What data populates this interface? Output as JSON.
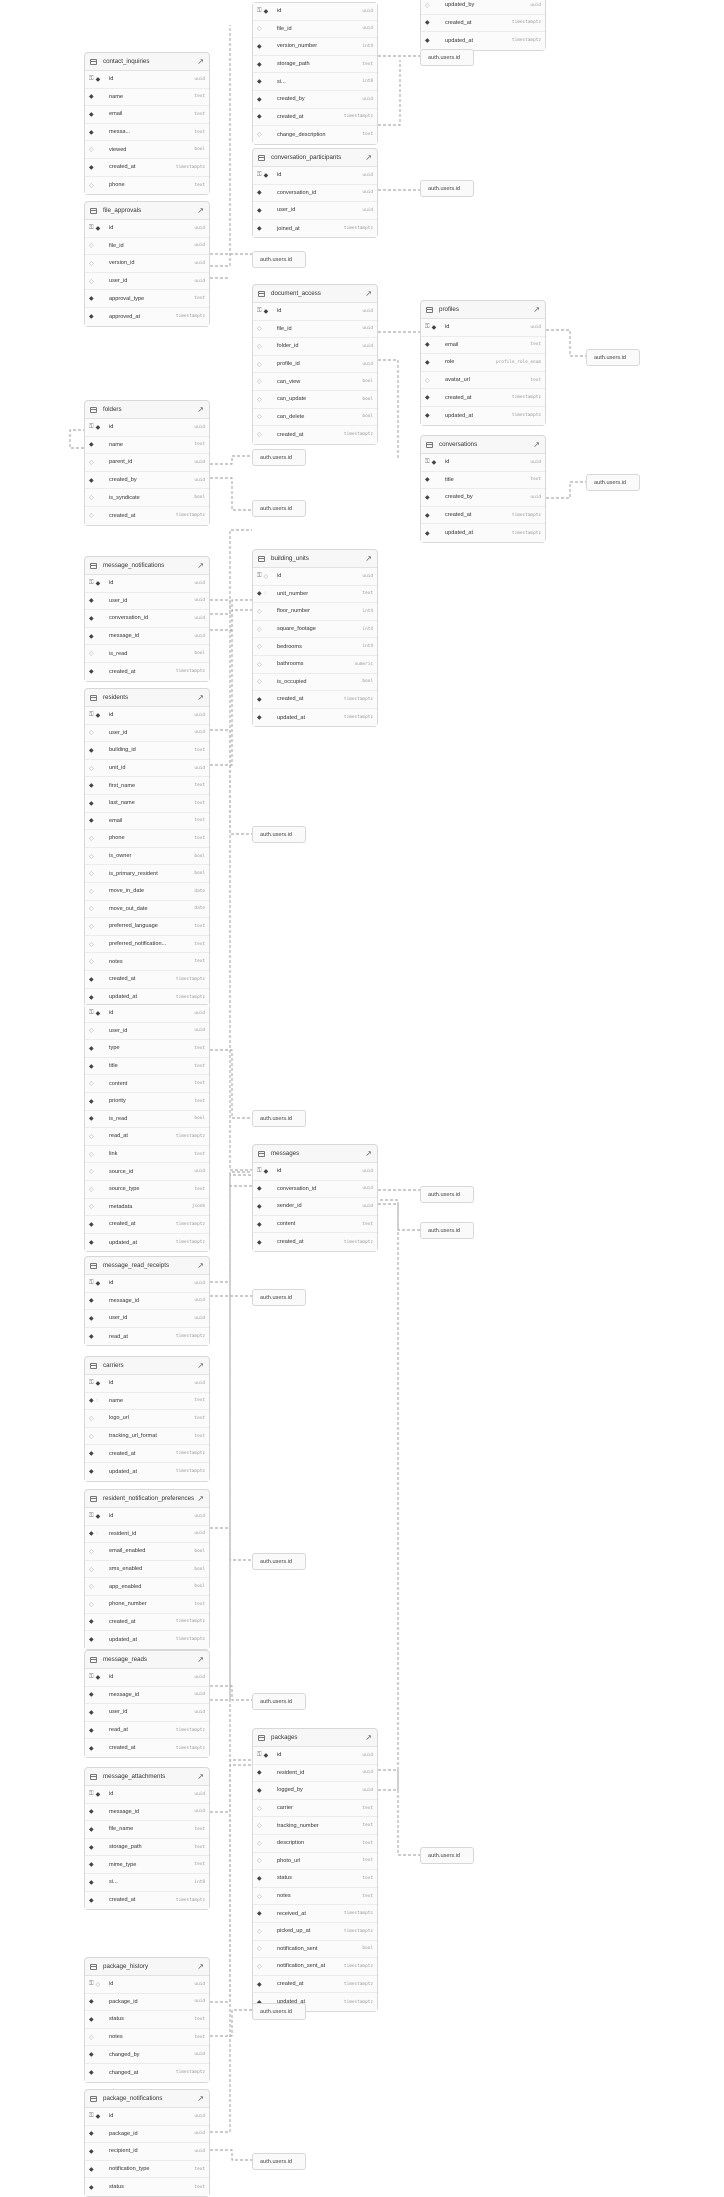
{
  "colors": {
    "edge": "#9a9a9a",
    "border": "#d8d8d8",
    "header_bg": "#f7f7f7"
  },
  "icons": {
    "table": "table-icon",
    "open": "external-link-icon",
    "primary_key": "key-icon",
    "not_null": "filled-diamond-icon",
    "nullable": "hollow-diamond-icon"
  },
  "tables": [
    {
      "id": "t_file_versions_tail",
      "name": "",
      "rows": [
        {
          "pk": true,
          "nn": true,
          "name": "id",
          "type": "uuid"
        },
        {
          "nn": false,
          "name": "file_id",
          "type": "uuid"
        },
        {
          "nn": true,
          "name": "version_number",
          "type": "int4"
        },
        {
          "nn": true,
          "name": "storage_path",
          "type": "text"
        },
        {
          "nn": true,
          "name": "si...",
          "type": "int8"
        },
        {
          "nn": true,
          "name": "created_by",
          "type": "uuid"
        },
        {
          "nn": true,
          "name": "created_at",
          "type": "timestamptz"
        },
        {
          "nn": false,
          "name": "change_description",
          "type": "text"
        }
      ]
    },
    {
      "id": "t_top_right",
      "name": "",
      "rows": [
        {
          "nn": false,
          "name": "updated_by",
          "type": "uuid"
        },
        {
          "nn": true,
          "name": "created_at",
          "type": "timestamptz"
        },
        {
          "nn": true,
          "name": "updated_at",
          "type": "timestamptz"
        }
      ]
    },
    {
      "id": "t_contact_inquiries",
      "name": "contact_inquiries",
      "rows": [
        {
          "pk": true,
          "nn": true,
          "name": "id",
          "type": "uuid"
        },
        {
          "nn": true,
          "name": "name",
          "type": "text"
        },
        {
          "nn": true,
          "name": "email",
          "type": "text"
        },
        {
          "nn": true,
          "name": "messa...",
          "type": "text"
        },
        {
          "nn": false,
          "name": "viewed",
          "type": "bool"
        },
        {
          "nn": true,
          "name": "created_at",
          "type": "timestamptz"
        },
        {
          "nn": false,
          "name": "phone",
          "type": "text"
        }
      ]
    },
    {
      "id": "t_conversation_participants",
      "name": "conversation_participants",
      "rows": [
        {
          "pk": true,
          "nn": true,
          "name": "id",
          "type": "uuid"
        },
        {
          "nn": true,
          "name": "conversation_id",
          "type": "uuid"
        },
        {
          "nn": true,
          "name": "user_id",
          "type": "uuid"
        },
        {
          "nn": true,
          "name": "joined_at",
          "type": "timestamptz"
        }
      ]
    },
    {
      "id": "t_file_approvals",
      "name": "file_approvals",
      "rows": [
        {
          "pk": true,
          "nn": true,
          "name": "id",
          "type": "uuid"
        },
        {
          "nn": false,
          "name": "file_id",
          "type": "uuid"
        },
        {
          "nn": false,
          "name": "version_id",
          "type": "uuid"
        },
        {
          "nn": false,
          "name": "user_id",
          "type": "uuid"
        },
        {
          "nn": true,
          "name": "approval_type",
          "type": "text"
        },
        {
          "nn": true,
          "name": "approved_at",
          "type": "timestamptz"
        }
      ]
    },
    {
      "id": "t_document_access",
      "name": "document_access",
      "rows": [
        {
          "pk": true,
          "nn": true,
          "name": "id",
          "type": "uuid"
        },
        {
          "nn": false,
          "name": "file_id",
          "type": "uuid"
        },
        {
          "nn": false,
          "name": "folder_id",
          "type": "uuid"
        },
        {
          "nn": false,
          "name": "profile_id",
          "type": "uuid"
        },
        {
          "nn": false,
          "name": "can_view",
          "type": "bool"
        },
        {
          "nn": false,
          "name": "can_update",
          "type": "bool"
        },
        {
          "nn": false,
          "name": "can_delete",
          "type": "bool"
        },
        {
          "nn": false,
          "name": "created_at",
          "type": "timestamptz"
        }
      ]
    },
    {
      "id": "t_profiles",
      "name": "profiles",
      "rows": [
        {
          "pk": true,
          "nn": true,
          "name": "id",
          "type": "uuid"
        },
        {
          "nn": true,
          "name": "email",
          "type": "text"
        },
        {
          "nn": true,
          "name": "role",
          "type": "profile_role_enum"
        },
        {
          "nn": false,
          "name": "avatar_url",
          "type": "text"
        },
        {
          "nn": true,
          "name": "created_at",
          "type": "timestamptz"
        },
        {
          "nn": true,
          "name": "updated_at",
          "type": "timestamptz"
        }
      ]
    },
    {
      "id": "t_folders",
      "name": "folders",
      "rows": [
        {
          "pk": true,
          "nn": true,
          "name": "id",
          "type": "uuid"
        },
        {
          "nn": true,
          "name": "name",
          "type": "text"
        },
        {
          "nn": false,
          "name": "parent_id",
          "type": "uuid"
        },
        {
          "nn": true,
          "name": "created_by",
          "type": "uuid"
        },
        {
          "nn": false,
          "name": "is_syndicate",
          "type": "bool"
        },
        {
          "nn": false,
          "name": "created_at",
          "type": "timestamptz"
        }
      ]
    },
    {
      "id": "t_conversations",
      "name": "conversations",
      "rows": [
        {
          "pk": true,
          "nn": true,
          "name": "id",
          "type": "uuid"
        },
        {
          "nn": true,
          "name": "title",
          "type": "text"
        },
        {
          "nn": true,
          "name": "created_by",
          "type": "uuid"
        },
        {
          "nn": true,
          "name": "created_at",
          "type": "timestamptz"
        },
        {
          "nn": true,
          "name": "updated_at",
          "type": "timestamptz"
        }
      ]
    },
    {
      "id": "t_message_notifications",
      "name": "message_notifications",
      "rows": [
        {
          "pk": true,
          "nn": true,
          "name": "id",
          "type": "uuid"
        },
        {
          "nn": true,
          "name": "user_id",
          "type": "uuid"
        },
        {
          "nn": true,
          "name": "conversation_id",
          "type": "uuid"
        },
        {
          "nn": true,
          "name": "message_id",
          "type": "uuid"
        },
        {
          "nn": false,
          "name": "is_read",
          "type": "bool"
        },
        {
          "nn": true,
          "name": "created_at",
          "type": "timestamptz"
        }
      ]
    },
    {
      "id": "t_building_units",
      "name": "building_units",
      "rows": [
        {
          "pk": true,
          "nn": false,
          "name": "id",
          "type": "uuid"
        },
        {
          "nn": true,
          "uq": true,
          "name": "unit_number",
          "type": "text"
        },
        {
          "nn": false,
          "name": "floor_number",
          "type": "int4"
        },
        {
          "nn": false,
          "name": "square_footage",
          "type": "int4"
        },
        {
          "nn": false,
          "name": "bedrooms",
          "type": "int4"
        },
        {
          "nn": false,
          "name": "bathrooms",
          "type": "numeric"
        },
        {
          "nn": false,
          "name": "is_occupied",
          "type": "bool"
        },
        {
          "nn": true,
          "name": "created_at",
          "type": "timestamptz"
        },
        {
          "nn": true,
          "name": "updated_at",
          "type": "timestamptz"
        }
      ]
    },
    {
      "id": "t_residents",
      "name": "residents",
      "rows": [
        {
          "pk": true,
          "nn": true,
          "name": "id",
          "type": "uuid"
        },
        {
          "nn": false,
          "name": "user_id",
          "type": "uuid"
        },
        {
          "nn": true,
          "name": "building_id",
          "type": "text"
        },
        {
          "nn": false,
          "name": "unit_id",
          "type": "uuid"
        },
        {
          "nn": true,
          "name": "first_name",
          "type": "text"
        },
        {
          "nn": true,
          "name": "last_name",
          "type": "text"
        },
        {
          "nn": true,
          "name": "email",
          "type": "text"
        },
        {
          "nn": false,
          "name": "phone",
          "type": "text"
        },
        {
          "nn": false,
          "name": "is_owner",
          "type": "bool"
        },
        {
          "nn": false,
          "name": "is_primary_resident",
          "type": "bool"
        },
        {
          "nn": false,
          "name": "move_in_date",
          "type": "date"
        },
        {
          "nn": false,
          "name": "move_out_date",
          "type": "date"
        },
        {
          "nn": false,
          "name": "preferred_language",
          "type": "text"
        },
        {
          "nn": false,
          "name": "preferred_notification...",
          "type": "text"
        },
        {
          "nn": false,
          "name": "notes",
          "type": "text"
        },
        {
          "nn": true,
          "name": "created_at",
          "type": "timestamptz"
        },
        {
          "nn": true,
          "name": "updated_at",
          "type": "timestamptz"
        }
      ]
    },
    {
      "id": "t_notifications",
      "name": "",
      "rows": [
        {
          "pk": true,
          "nn": true,
          "name": "id",
          "type": "uuid"
        },
        {
          "nn": false,
          "name": "user_id",
          "type": "uuid"
        },
        {
          "nn": true,
          "name": "type",
          "type": "text"
        },
        {
          "nn": true,
          "name": "title",
          "type": "text"
        },
        {
          "nn": false,
          "name": "content",
          "type": "text"
        },
        {
          "nn": true,
          "name": "priority",
          "type": "text"
        },
        {
          "nn": true,
          "name": "is_read",
          "type": "bool"
        },
        {
          "nn": false,
          "name": "read_at",
          "type": "timestamptz"
        },
        {
          "nn": false,
          "name": "link",
          "type": "text"
        },
        {
          "nn": false,
          "name": "source_id",
          "type": "uuid"
        },
        {
          "nn": false,
          "name": "source_type",
          "type": "text"
        },
        {
          "nn": false,
          "name": "metadata",
          "type": "jsonb"
        },
        {
          "nn": true,
          "name": "created_at",
          "type": "timestamptz"
        },
        {
          "nn": true,
          "name": "updated_at",
          "type": "timestamptz"
        }
      ]
    },
    {
      "id": "t_messages",
      "name": "messages",
      "rows": [
        {
          "pk": true,
          "nn": true,
          "name": "id",
          "type": "uuid"
        },
        {
          "nn": true,
          "name": "conversation_id",
          "type": "uuid"
        },
        {
          "nn": true,
          "name": "sender_id",
          "type": "uuid"
        },
        {
          "nn": true,
          "name": "content",
          "type": "text"
        },
        {
          "nn": true,
          "name": "created_at",
          "type": "timestamptz"
        }
      ]
    },
    {
      "id": "t_message_read_receipts",
      "name": "message_read_receipts",
      "rows": [
        {
          "pk": true,
          "nn": true,
          "name": "id",
          "type": "uuid"
        },
        {
          "nn": true,
          "name": "message_id",
          "type": "uuid"
        },
        {
          "nn": true,
          "name": "user_id",
          "type": "uuid"
        },
        {
          "nn": true,
          "name": "read_at",
          "type": "timestamptz"
        }
      ]
    },
    {
      "id": "t_carriers",
      "name": "carriers",
      "rows": [
        {
          "pk": true,
          "nn": true,
          "name": "id",
          "type": "uuid"
        },
        {
          "nn": true,
          "uq": true,
          "name": "name",
          "type": "text"
        },
        {
          "nn": false,
          "name": "logo_url",
          "type": "text"
        },
        {
          "nn": false,
          "name": "tracking_url_format",
          "type": "text"
        },
        {
          "nn": true,
          "name": "created_at",
          "type": "timestamptz"
        },
        {
          "nn": true,
          "name": "updated_at",
          "type": "timestamptz"
        }
      ]
    },
    {
      "id": "t_resident_notification_preferences",
      "name": "resident_notification_preferences",
      "rows": [
        {
          "pk": true,
          "nn": true,
          "name": "id",
          "type": "uuid"
        },
        {
          "nn": true,
          "uq": true,
          "name": "resident_id",
          "type": "uuid"
        },
        {
          "nn": false,
          "name": "email_enabled",
          "type": "bool"
        },
        {
          "nn": false,
          "name": "sms_enabled",
          "type": "bool"
        },
        {
          "nn": false,
          "name": "app_enabled",
          "type": "bool"
        },
        {
          "nn": false,
          "name": "phone_number",
          "type": "text"
        },
        {
          "nn": true,
          "name": "created_at",
          "type": "timestamptz"
        },
        {
          "nn": true,
          "name": "updated_at",
          "type": "timestamptz"
        }
      ]
    },
    {
      "id": "t_message_reads",
      "name": "message_reads",
      "rows": [
        {
          "pk": true,
          "nn": true,
          "name": "id",
          "type": "uuid"
        },
        {
          "nn": true,
          "name": "message_id",
          "type": "uuid"
        },
        {
          "nn": true,
          "name": "user_id",
          "type": "uuid"
        },
        {
          "nn": true,
          "name": "read_at",
          "type": "timestamptz"
        },
        {
          "nn": true,
          "name": "created_at",
          "type": "timestamptz"
        }
      ]
    },
    {
      "id": "t_packages",
      "name": "packages",
      "rows": [
        {
          "pk": true,
          "nn": true,
          "name": "id",
          "type": "uuid"
        },
        {
          "nn": true,
          "name": "resident_id",
          "type": "uuid"
        },
        {
          "nn": true,
          "name": "logged_by",
          "type": "uuid"
        },
        {
          "nn": false,
          "name": "carrier",
          "type": "text"
        },
        {
          "nn": false,
          "name": "tracking_number",
          "type": "text"
        },
        {
          "nn": false,
          "name": "description",
          "type": "text"
        },
        {
          "nn": false,
          "name": "photo_url",
          "type": "text"
        },
        {
          "nn": true,
          "name": "status",
          "type": "text"
        },
        {
          "nn": false,
          "name": "notes",
          "type": "text"
        },
        {
          "nn": true,
          "name": "received_at",
          "type": "timestamptz"
        },
        {
          "nn": false,
          "name": "picked_up_at",
          "type": "timestamptz"
        },
        {
          "nn": false,
          "name": "notification_sent",
          "type": "bool"
        },
        {
          "nn": false,
          "name": "notification_sent_at",
          "type": "timestamptz"
        },
        {
          "nn": true,
          "name": "created_at",
          "type": "timestamptz"
        },
        {
          "nn": true,
          "name": "updated_at",
          "type": "timestamptz"
        }
      ]
    },
    {
      "id": "t_message_attachments",
      "name": "message_attachments",
      "rows": [
        {
          "pk": true,
          "nn": true,
          "name": "id",
          "type": "uuid"
        },
        {
          "nn": true,
          "name": "message_id",
          "type": "uuid"
        },
        {
          "nn": true,
          "name": "file_name",
          "type": "text"
        },
        {
          "nn": true,
          "name": "storage_path",
          "type": "text"
        },
        {
          "nn": true,
          "name": "mime_type",
          "type": "text"
        },
        {
          "nn": true,
          "name": "si...",
          "type": "int8"
        },
        {
          "nn": true,
          "name": "created_at",
          "type": "timestamptz"
        }
      ]
    },
    {
      "id": "t_package_history",
      "name": "package_history",
      "rows": [
        {
          "pk": true,
          "nn": false,
          "name": "id",
          "type": "uuid"
        },
        {
          "nn": true,
          "name": "package_id",
          "type": "uuid"
        },
        {
          "nn": true,
          "name": "status",
          "type": "text"
        },
        {
          "nn": false,
          "name": "notes",
          "type": "text"
        },
        {
          "nn": true,
          "name": "changed_by",
          "type": "uuid"
        },
        {
          "nn": true,
          "name": "changed_at",
          "type": "timestamptz"
        }
      ]
    },
    {
      "id": "t_package_notifications",
      "name": "package_notifications",
      "rows": [
        {
          "pk": true,
          "nn": true,
          "name": "id",
          "type": "uuid"
        },
        {
          "nn": true,
          "name": "package_id",
          "type": "uuid"
        },
        {
          "nn": true,
          "name": "recipient_id",
          "type": "uuid"
        },
        {
          "nn": true,
          "name": "notification_type",
          "type": "text"
        },
        {
          "nn": true,
          "name": "status",
          "type": "text"
        }
      ]
    }
  ],
  "external_refs": {
    "label": "auth.users.id",
    "count": 19
  }
}
